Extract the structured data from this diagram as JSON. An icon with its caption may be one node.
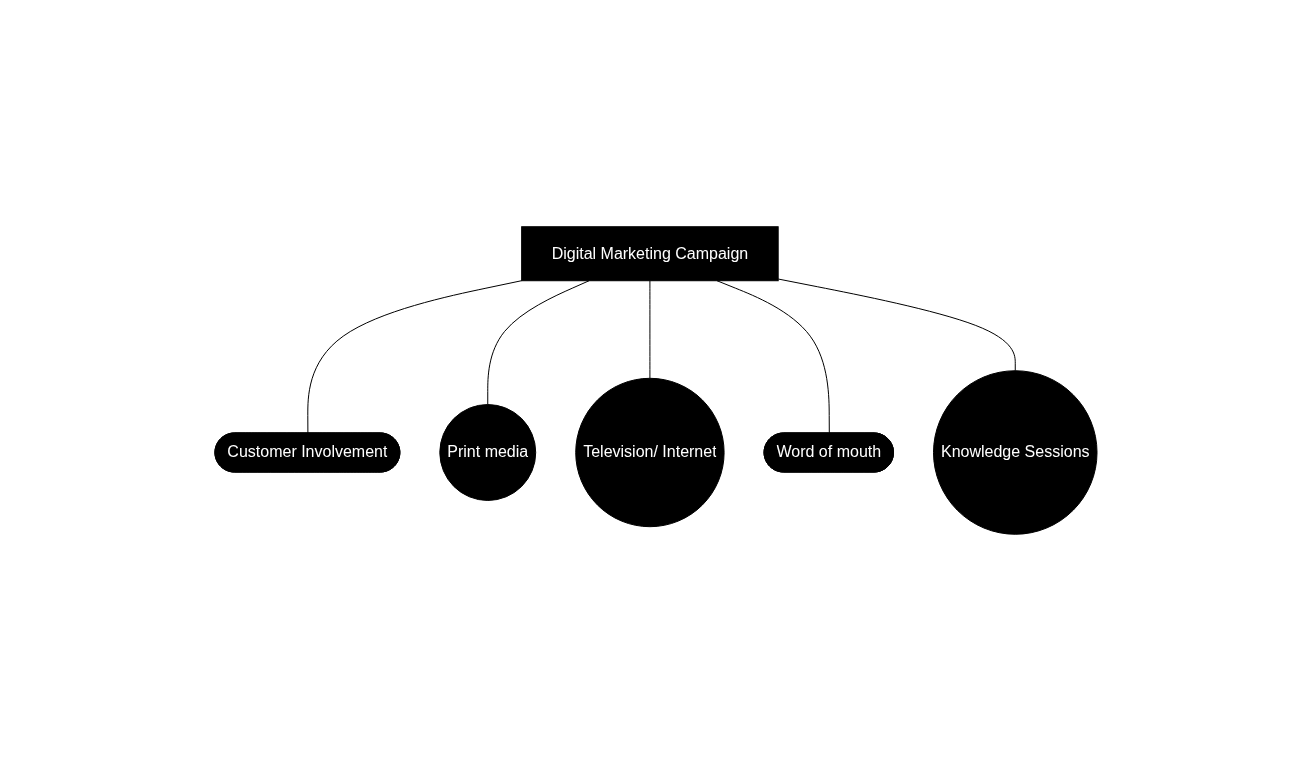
{
  "diagram": {
    "nodes": [
      {
        "text": [
          "Digital Marketing Campaign"
        ]
      },
      {
        "text": [
          "Customer Involvement"
        ]
      },
      {
        "text": [
          "Print media"
        ]
      },
      {
        "text": [
          "Television/ Internet"
        ]
      },
      {
        "text": [
          "Word of mouth"
        ]
      },
      {
        "text": [
          "Knowledge Sessions"
        ]
      }
    ],
    "edges": [
      {
        "from": 0,
        "to": 1,
        "arrow": "none"
      },
      {
        "from": 0,
        "to": 2,
        "arrow": "none"
      },
      {
        "from": 0,
        "to": 3,
        "arrow": "none"
      },
      {
        "from": 0,
        "to": 4,
        "arrow": "none"
      },
      {
        "from": 0,
        "to": 5,
        "arrow": "none"
      }
    ]
  }
}
